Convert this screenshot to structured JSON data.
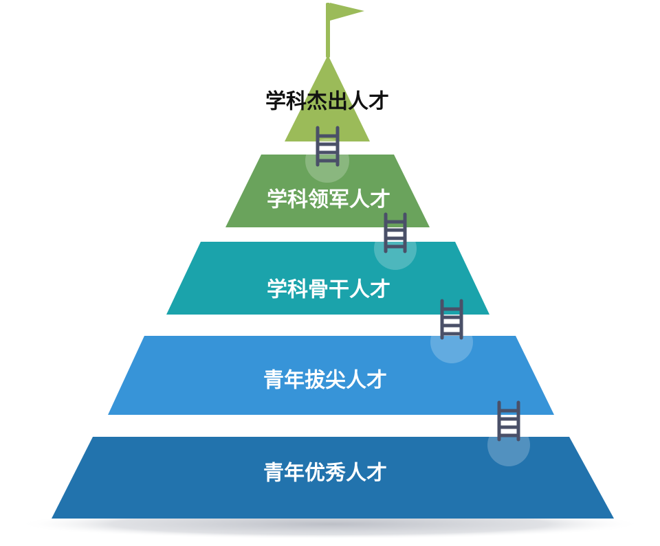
{
  "pyramid": {
    "tiers": [
      {
        "label": "学科杰出人才",
        "color": "#9bbb59",
        "text_color": "#111111"
      },
      {
        "label": "学科领军人才",
        "color": "#6aa35c",
        "text_color": "#ffffff"
      },
      {
        "label": "学科骨干人才",
        "color": "#1ba3ab",
        "text_color": "#ffffff"
      },
      {
        "label": "青年拔尖人才",
        "color": "#3794d8",
        "text_color": "#ffffff"
      },
      {
        "label": "青年优秀人才",
        "color": "#2273ad",
        "text_color": "#ffffff"
      }
    ],
    "flag_color": "#9bbb59",
    "ladder_color": "#4a5068",
    "shadow_color": "#c9ccd3"
  }
}
